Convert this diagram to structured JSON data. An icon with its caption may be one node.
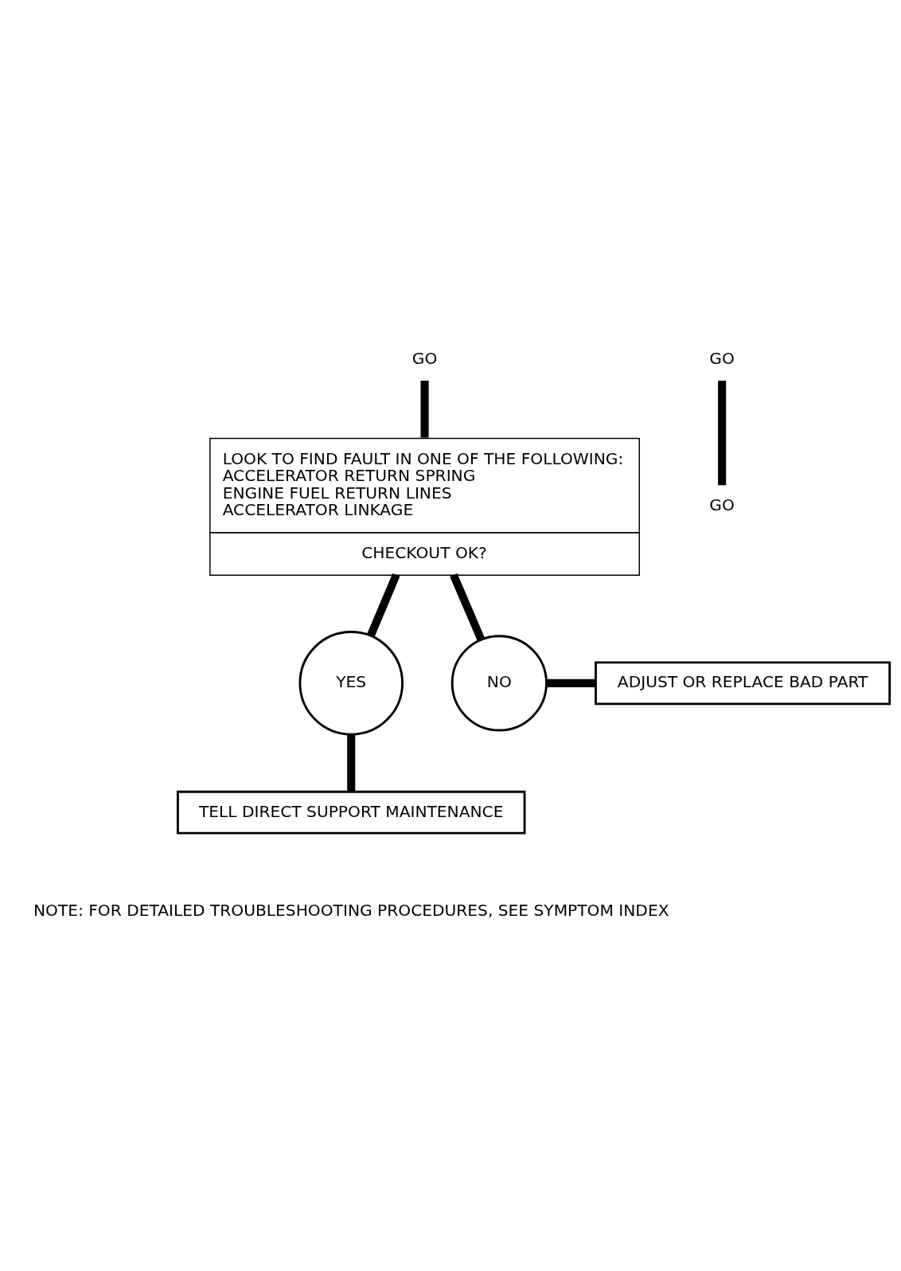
{
  "diagram": {
    "nodes": [
      {
        "text": [
          "GO"
        ]
      },
      {
        "text": [
          "GO"
        ]
      },
      {
        "text": [
          "LOOK TO FIND FAULT IN ONE OF THE FOLLOWING:",
          "ACCELERATOR RETURN SPRING",
          "ENGINE FUEL RETURN LINES",
          "ACCELERATOR LINKAGE",
          "CHECKOUT OK?"
        ]
      },
      {
        "text": [
          "YES"
        ]
      },
      {
        "text": [
          "NO"
        ]
      },
      {
        "text": [
          "ADJUST OR REPLACE BAD PART"
        ]
      },
      {
        "text": [
          "TELL DIRECT SUPPORT MAINTENANCE"
        ]
      },
      {
        "text": [
          "GO"
        ]
      }
    ],
    "edges": [
      {
        "from": 0,
        "to": 2,
        "arrow": "none"
      },
      {
        "from": 1,
        "to": 7,
        "arrow": "none"
      },
      {
        "from": 2,
        "to": 3,
        "arrow": "none"
      },
      {
        "from": 2,
        "to": 4,
        "arrow": "none"
      },
      {
        "from": 4,
        "to": 5,
        "arrow": "none"
      },
      {
        "from": 3,
        "to": 6,
        "arrow": "none"
      }
    ],
    "labels": [
      "NOTE: FOR DETAILED TROUBLESHOOTING PROCEDURES, SEE SYMPTOM INDEX"
    ]
  }
}
